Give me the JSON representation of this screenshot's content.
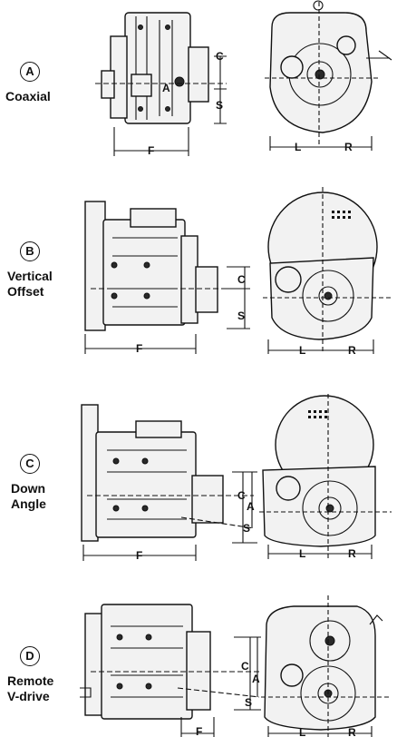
{
  "panels": [
    {
      "id": "coaxial",
      "letter": "A",
      "caption_lines": [
        "Coaxial"
      ],
      "dimension_labels": {
        "c": "C",
        "a": "A",
        "s": "S",
        "f": "F",
        "l": "L",
        "r": "R"
      }
    },
    {
      "id": "vertical-offset",
      "letter": "B",
      "caption_lines": [
        "Vertical",
        "Offset"
      ],
      "dimension_labels": {
        "c": "C",
        "s": "S",
        "f": "F",
        "l": "L",
        "r": "R"
      }
    },
    {
      "id": "down-angle",
      "letter": "C",
      "caption_lines": [
        "Down",
        "Angle"
      ],
      "dimension_labels": {
        "c": "C",
        "a": "A",
        "s": "S",
        "f": "F",
        "l": "L",
        "r": "R"
      }
    },
    {
      "id": "remote-v-drive",
      "letter": "D",
      "caption_lines": [
        "Remote",
        "V-drive"
      ],
      "dimension_labels": {
        "c": "C",
        "a": "A",
        "s": "S",
        "f": "F",
        "l": "L",
        "r": "R"
      }
    }
  ]
}
